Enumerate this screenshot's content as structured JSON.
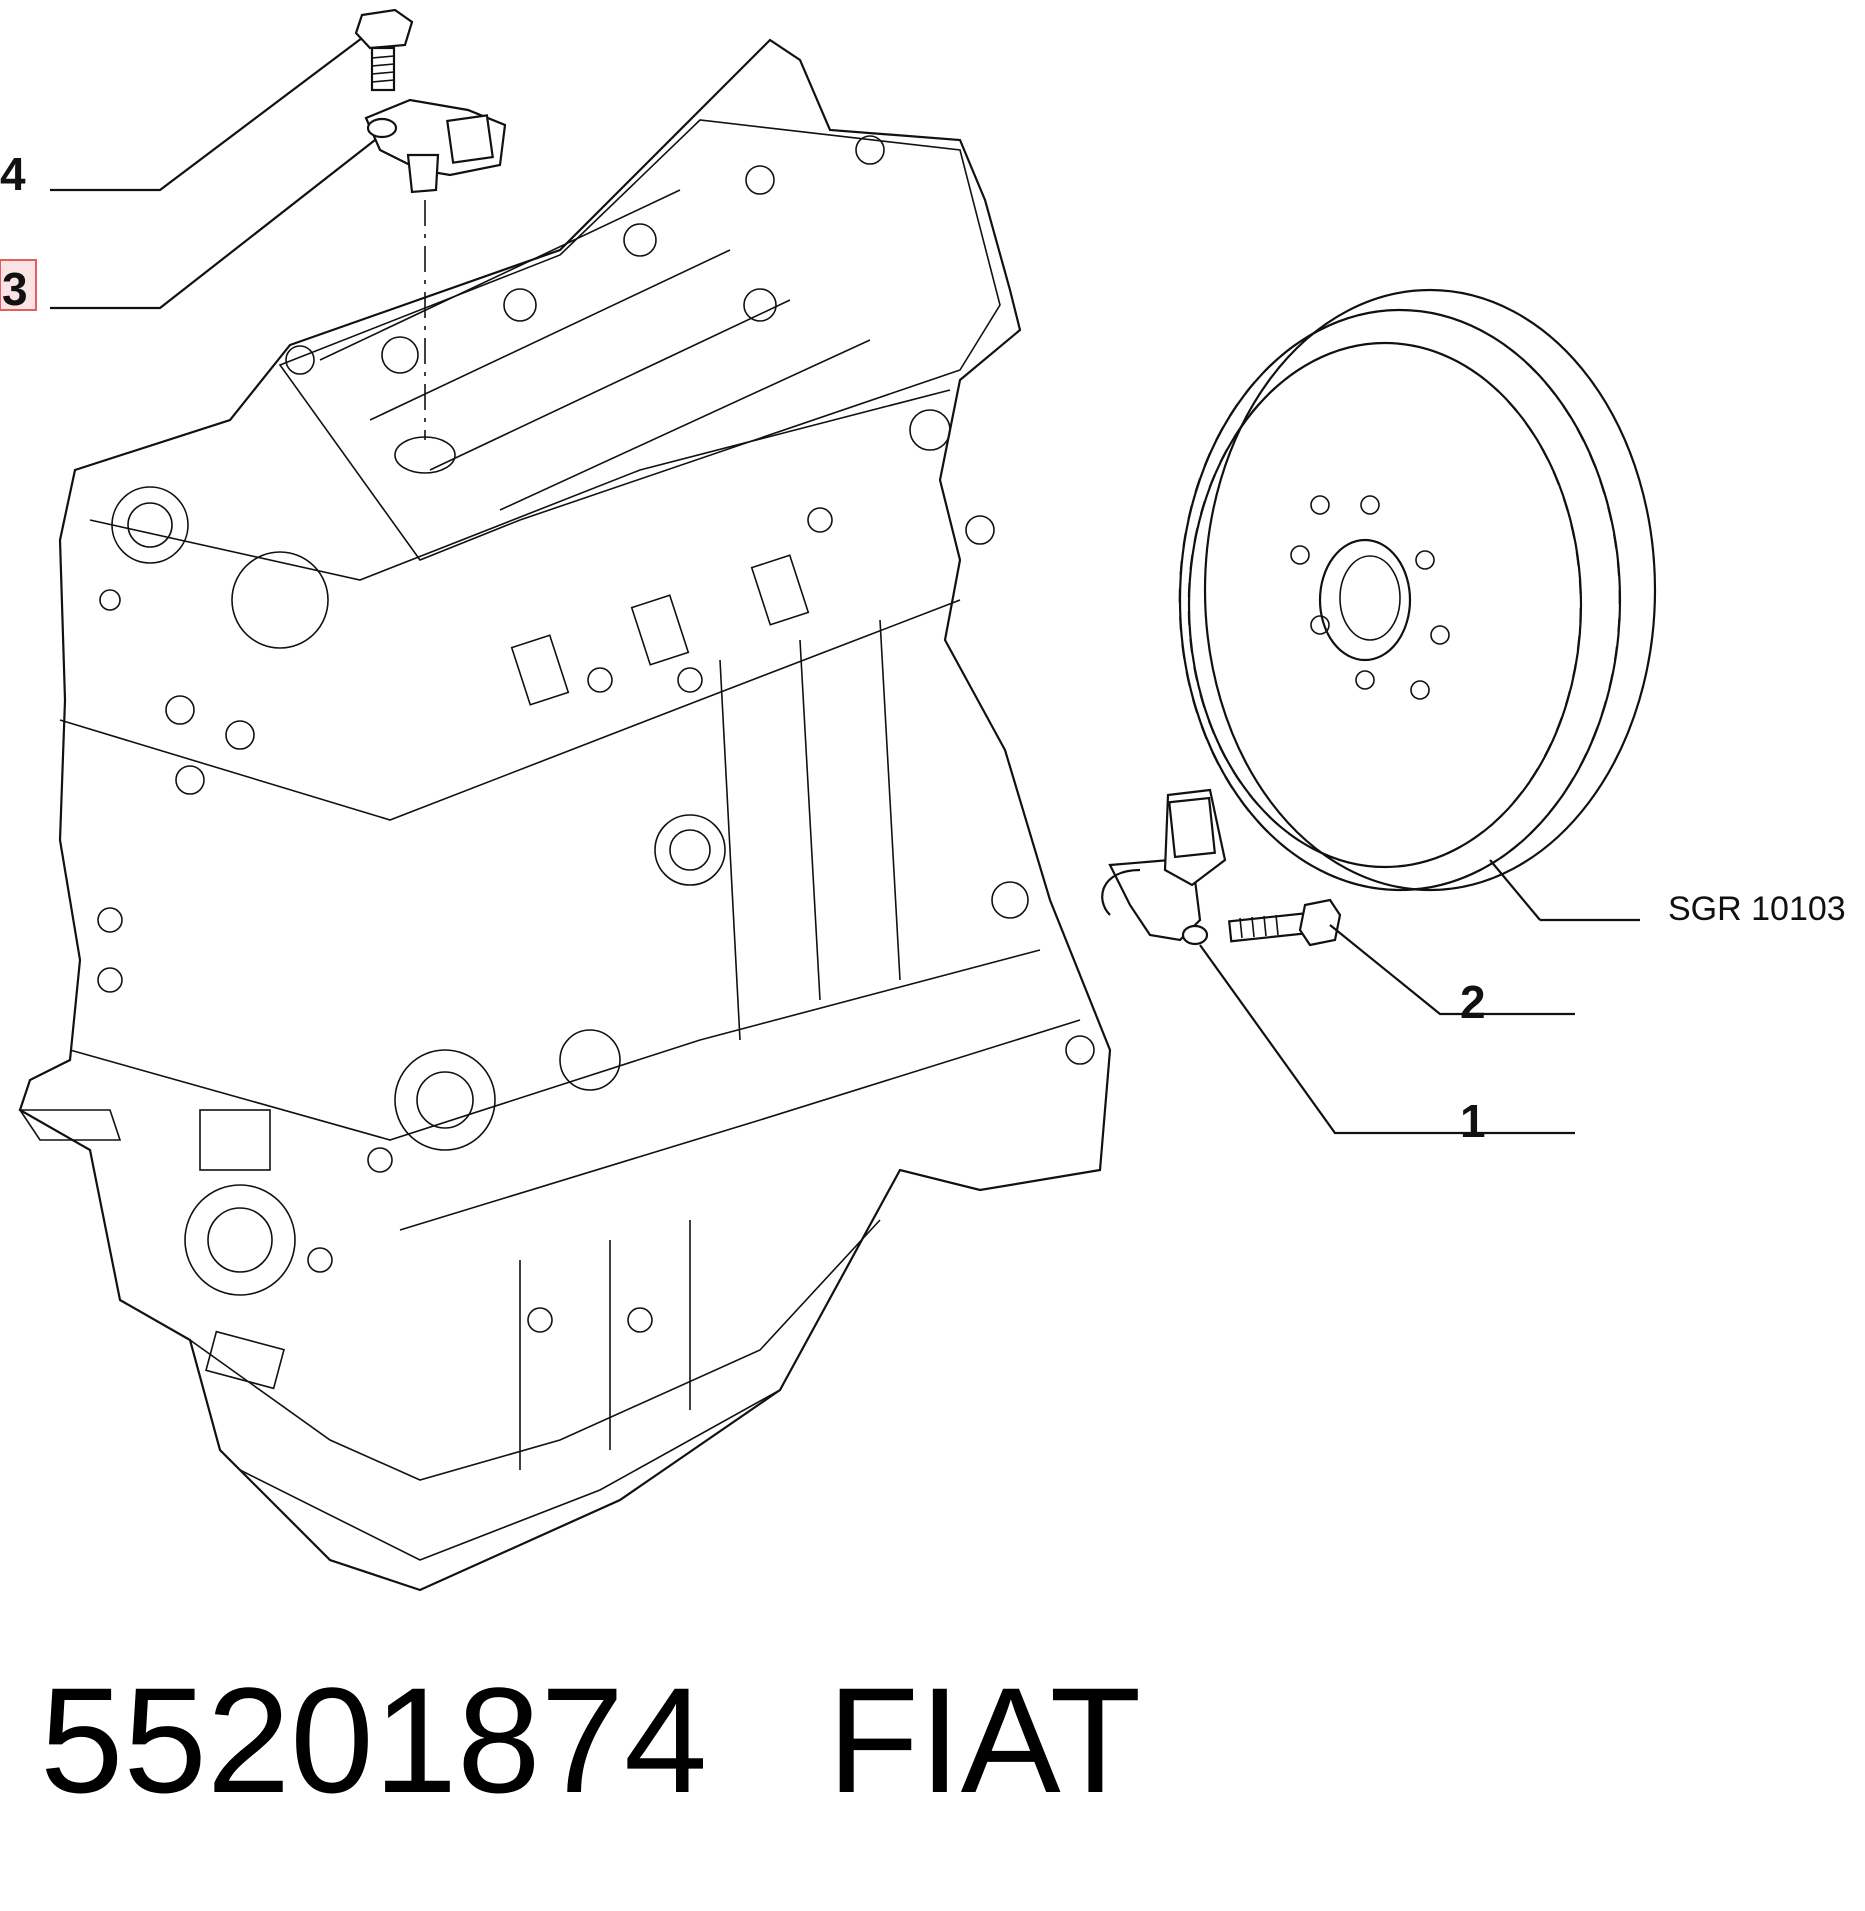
{
  "callouts": {
    "c4": "4",
    "c3": "3",
    "c2": "2",
    "c1": "1",
    "ref": "SGR 10103"
  },
  "colors": {
    "highlight_fill": "#fbe3e3",
    "highlight_border": "#e06060",
    "ink": "#111111"
  },
  "footer": {
    "part_number": "55201874",
    "brand": "FIAT"
  }
}
